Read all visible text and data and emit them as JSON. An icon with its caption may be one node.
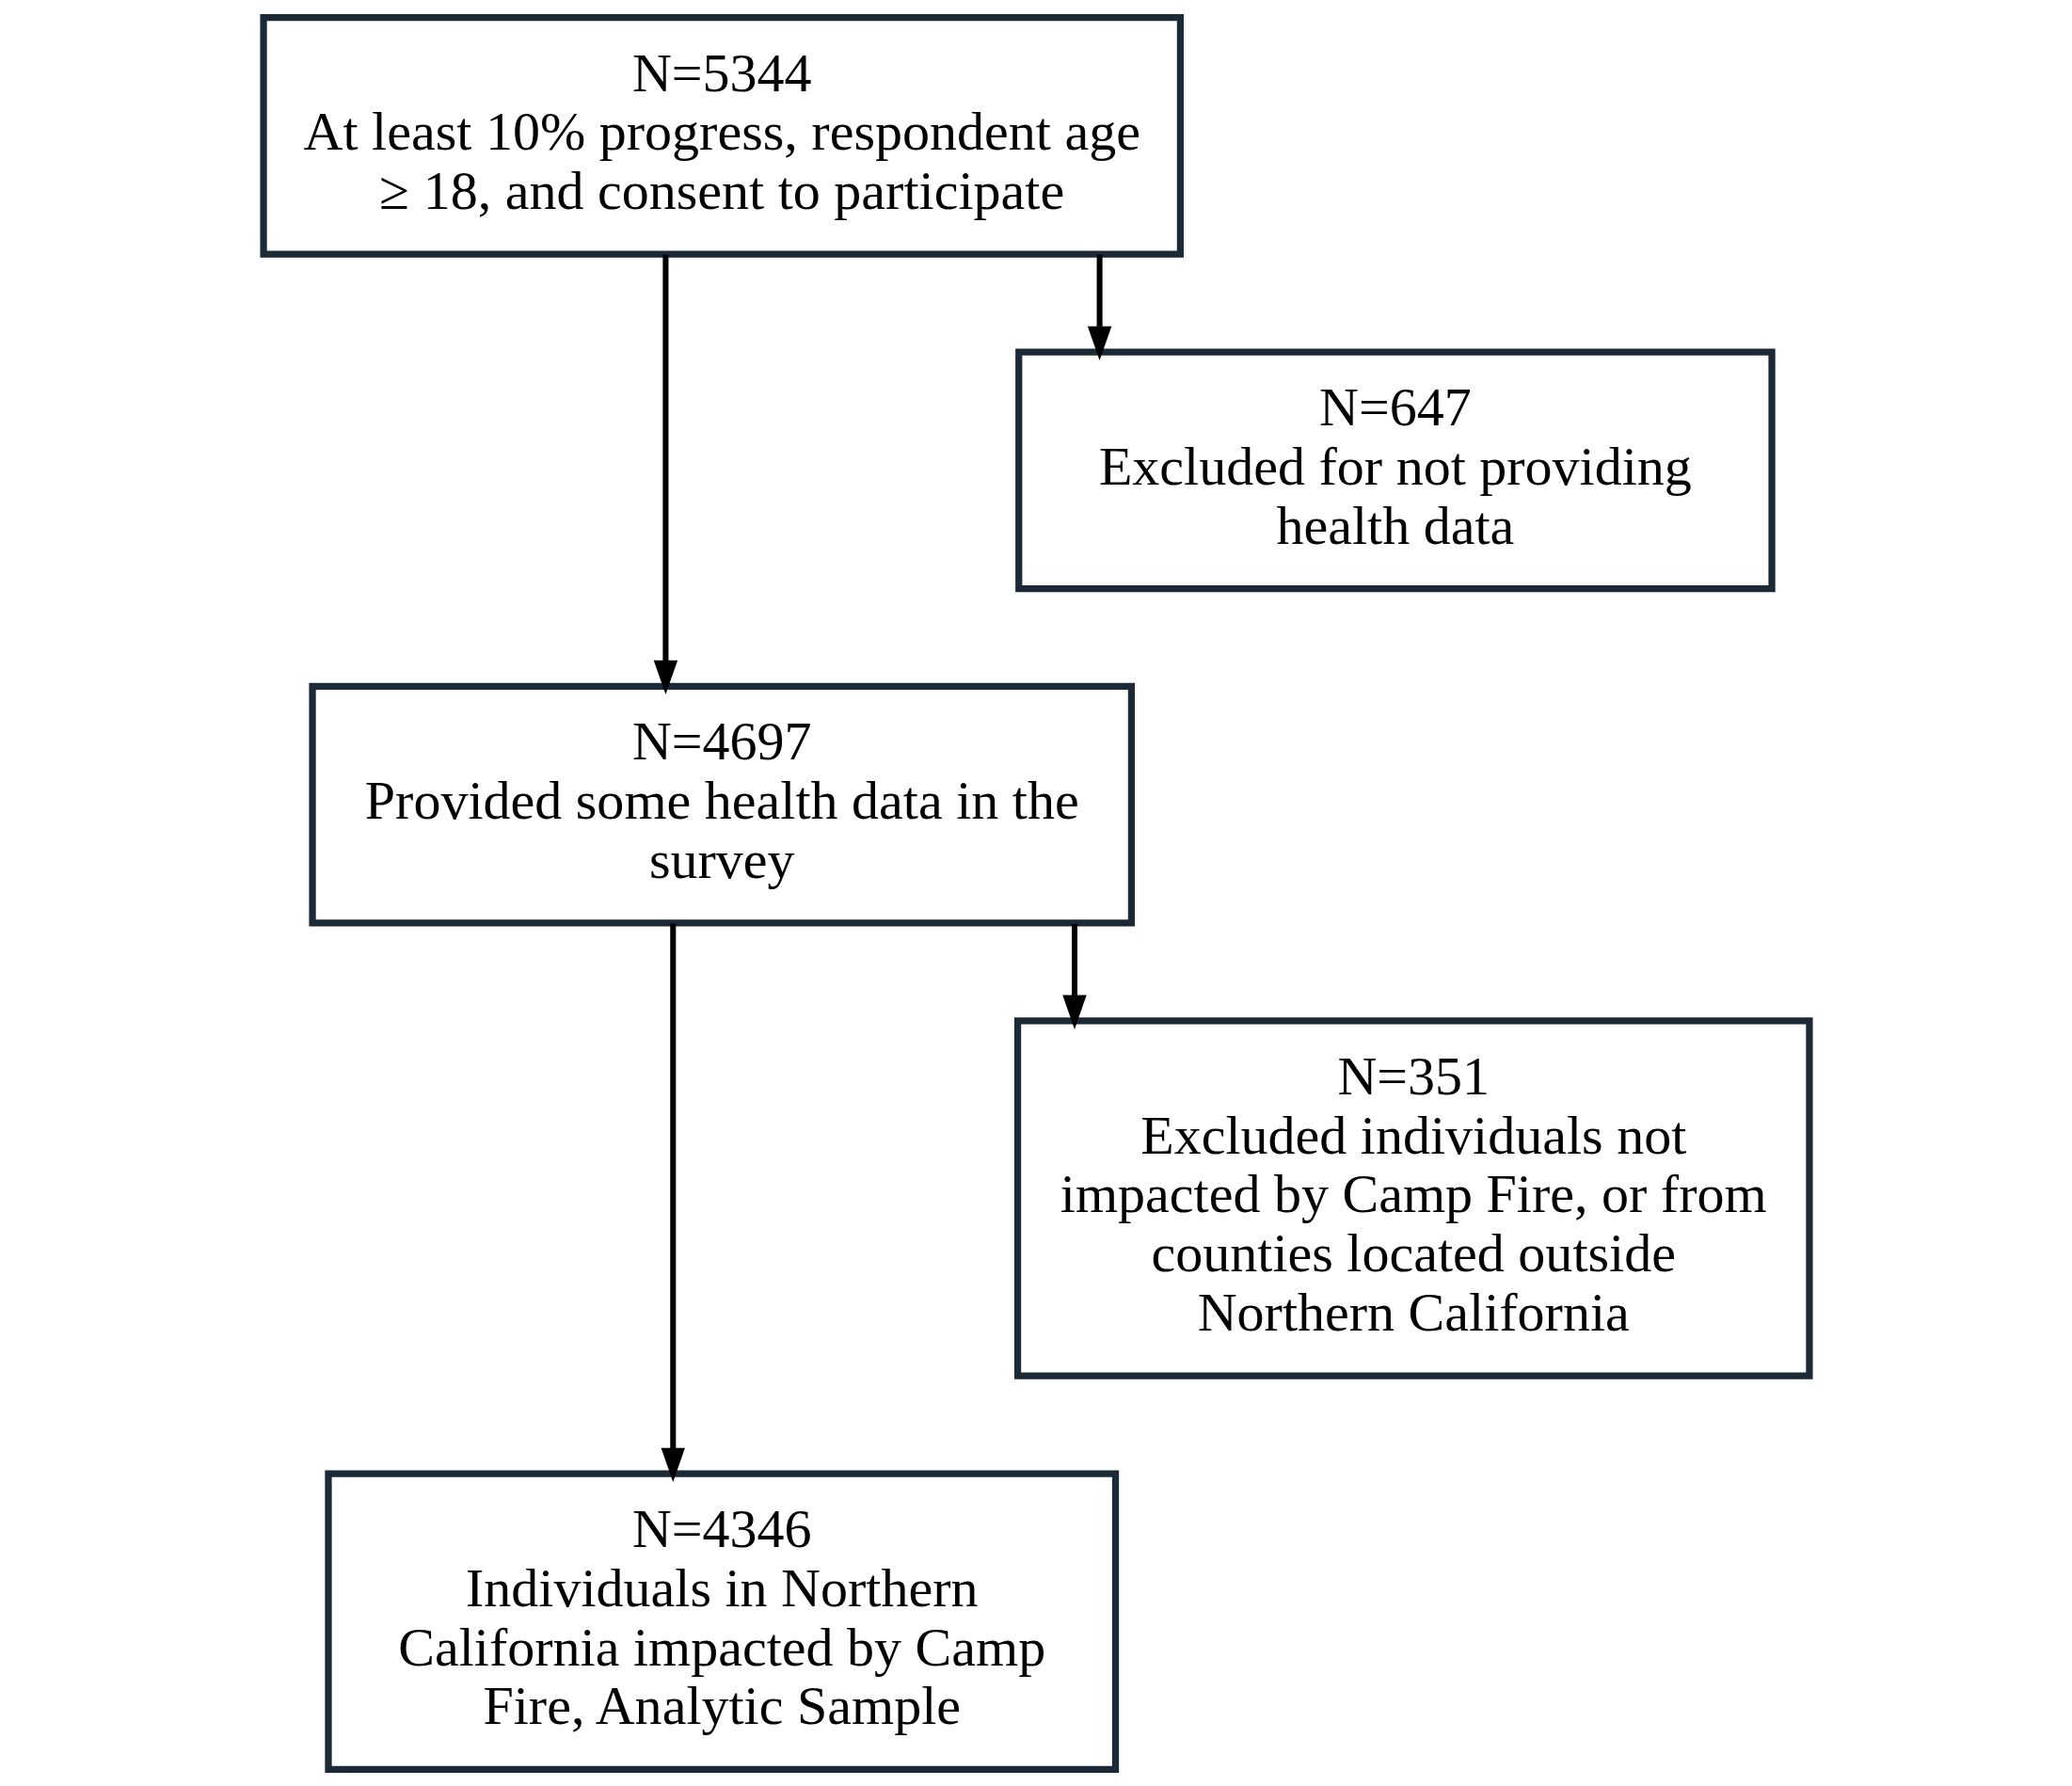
{
  "diagram": {
    "nodes": [
      {
        "text": [
          "N=5344",
          "At least 10% progress, respondent age ≥ 18, and consent to participate"
        ]
      },
      {
        "text": [
          "N=647",
          "Excluded for not providing health data"
        ]
      },
      {
        "text": [
          "N=4697",
          "Provided some health data in the survey"
        ]
      },
      {
        "text": [
          "N=351",
          "Excluded individuals not impacted by Camp Fire, or from counties located outside Northern California"
        ]
      },
      {
        "text": [
          "N=4346",
          "Individuals in Northern California impacted by Camp Fire, Analytic Sample"
        ]
      }
    ],
    "edges": [
      {
        "from": 0,
        "to": 2,
        "arrow": "to"
      },
      {
        "from": 0,
        "to": 1,
        "arrow": "to"
      },
      {
        "from": 2,
        "to": 4,
        "arrow": "to"
      },
      {
        "from": 2,
        "to": 3,
        "arrow": "to"
      }
    ]
  }
}
